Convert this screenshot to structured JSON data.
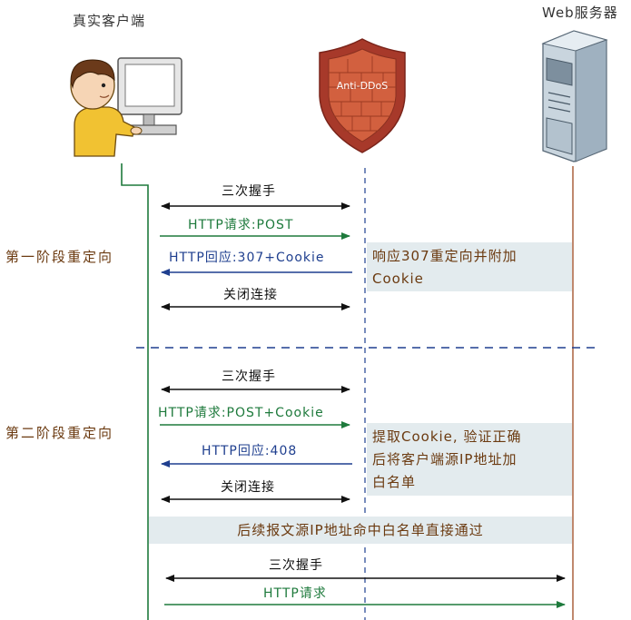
{
  "actors": {
    "client": "真实客户端",
    "antiddos": "Anti-DDoS",
    "server": "Web服务器"
  },
  "stages": {
    "first": "第一阶段重定向",
    "second": "第二阶段重定向"
  },
  "messages": {
    "s1_handshake": "三次握手",
    "s1_request": "HTTP请求:POST",
    "s1_response": "HTTP回应:307+Cookie",
    "s1_close": "关闭连接",
    "s2_handshake": "三次握手",
    "s2_request": "HTTP请求:POST+Cookie",
    "s2_response": "HTTP回应:408",
    "s2_close": "关闭连接",
    "s3_handshake": "三次握手",
    "s3_request": "HTTP请求"
  },
  "notes": {
    "note1_line1": "响应307重定向并附加",
    "note1_line2": "Cookie",
    "note2_line1": "提取Cookie, 验证正确",
    "note2_line2": "后将客户端源IP地址加",
    "note2_line3": "白名单",
    "whitelist_pass": "后续报文源IP地址命中白名单直接通过"
  },
  "colors": {
    "client_line": "#1e7a3c",
    "antiddos_line": "#1f3f8f",
    "server_line": "#b06a4a",
    "note_bg": "#e3ebee",
    "note_text": "#6b3a10",
    "shield": "#b64330"
  },
  "icons": {
    "client": "person-at-computer-icon",
    "antiddos": "shield-icon",
    "server": "server-tower-icon"
  }
}
